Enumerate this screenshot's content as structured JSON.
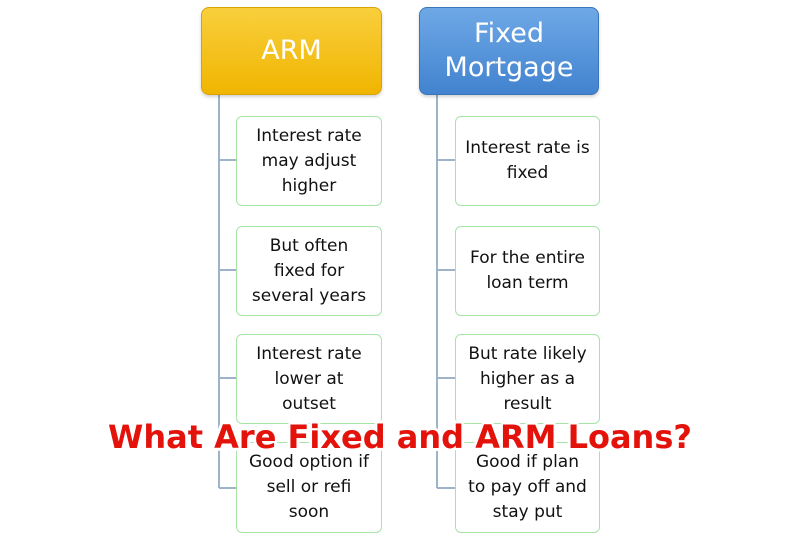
{
  "diagram": {
    "colors": {
      "arm_header": "#f5c11f",
      "fixed_header": "#5b97db",
      "box_border": "#a6e4a6",
      "connector": "#9fb3c8",
      "caption": "#e3120b"
    },
    "left": {
      "header": "ARM",
      "items": [
        "Interest rate\nmay adjust\nhigher",
        "But often\nfixed for\nseveral years",
        "Interest rate\nlower at\noutset",
        "Good option if\nsell or refi\nsoon"
      ]
    },
    "right": {
      "header": "Fixed\nMortgage",
      "items": [
        "Interest rate is\nfixed",
        "For the entire\nloan term",
        "But rate likely\nhigher as a\nresult",
        "Good if plan\nto pay off and\nstay put"
      ]
    }
  },
  "caption": "What Are Fixed and ARM Loans?"
}
